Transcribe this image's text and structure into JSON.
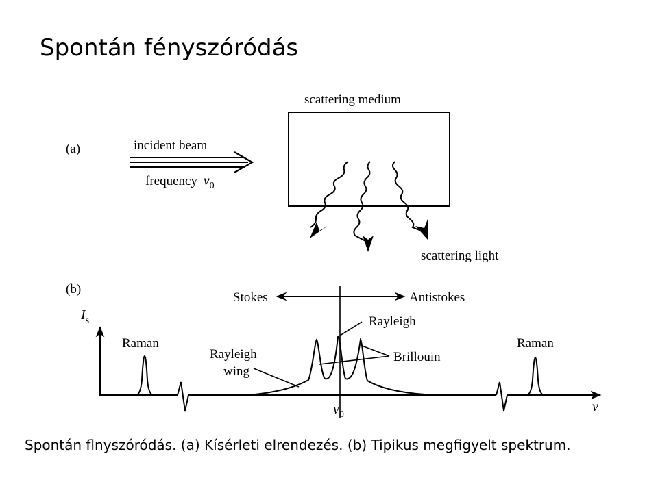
{
  "slide": {
    "title": "Spontán fényszóródás",
    "caption": "Spontán flnyszóródás. (a) Kísérleti elrendezés. (b) Tipikus megfigyelt spektrum."
  },
  "panel_a": {
    "label": "(a)",
    "medium_label": "scattering medium",
    "beam_label": "incident beam",
    "frequency_label": "frequency",
    "frequency_symbol": "v",
    "frequency_subscript": "0",
    "scattered_label": "scattering light"
  },
  "panel_b": {
    "label": "(b)",
    "y_symbol": "I",
    "y_subscript": "s",
    "x_symbol": "v",
    "center_symbol": "v",
    "center_subscript": "0",
    "stokes_label": "Stokes",
    "antistokes_label": "Antistokes",
    "raman_left_label": "Raman",
    "raman_right_label": "Raman",
    "rayleigh_label": "Rayleigh",
    "brillouin_label": "Brillouin",
    "rayleigh_wing_line1": "Rayleigh",
    "rayleigh_wing_line2": "wing"
  }
}
